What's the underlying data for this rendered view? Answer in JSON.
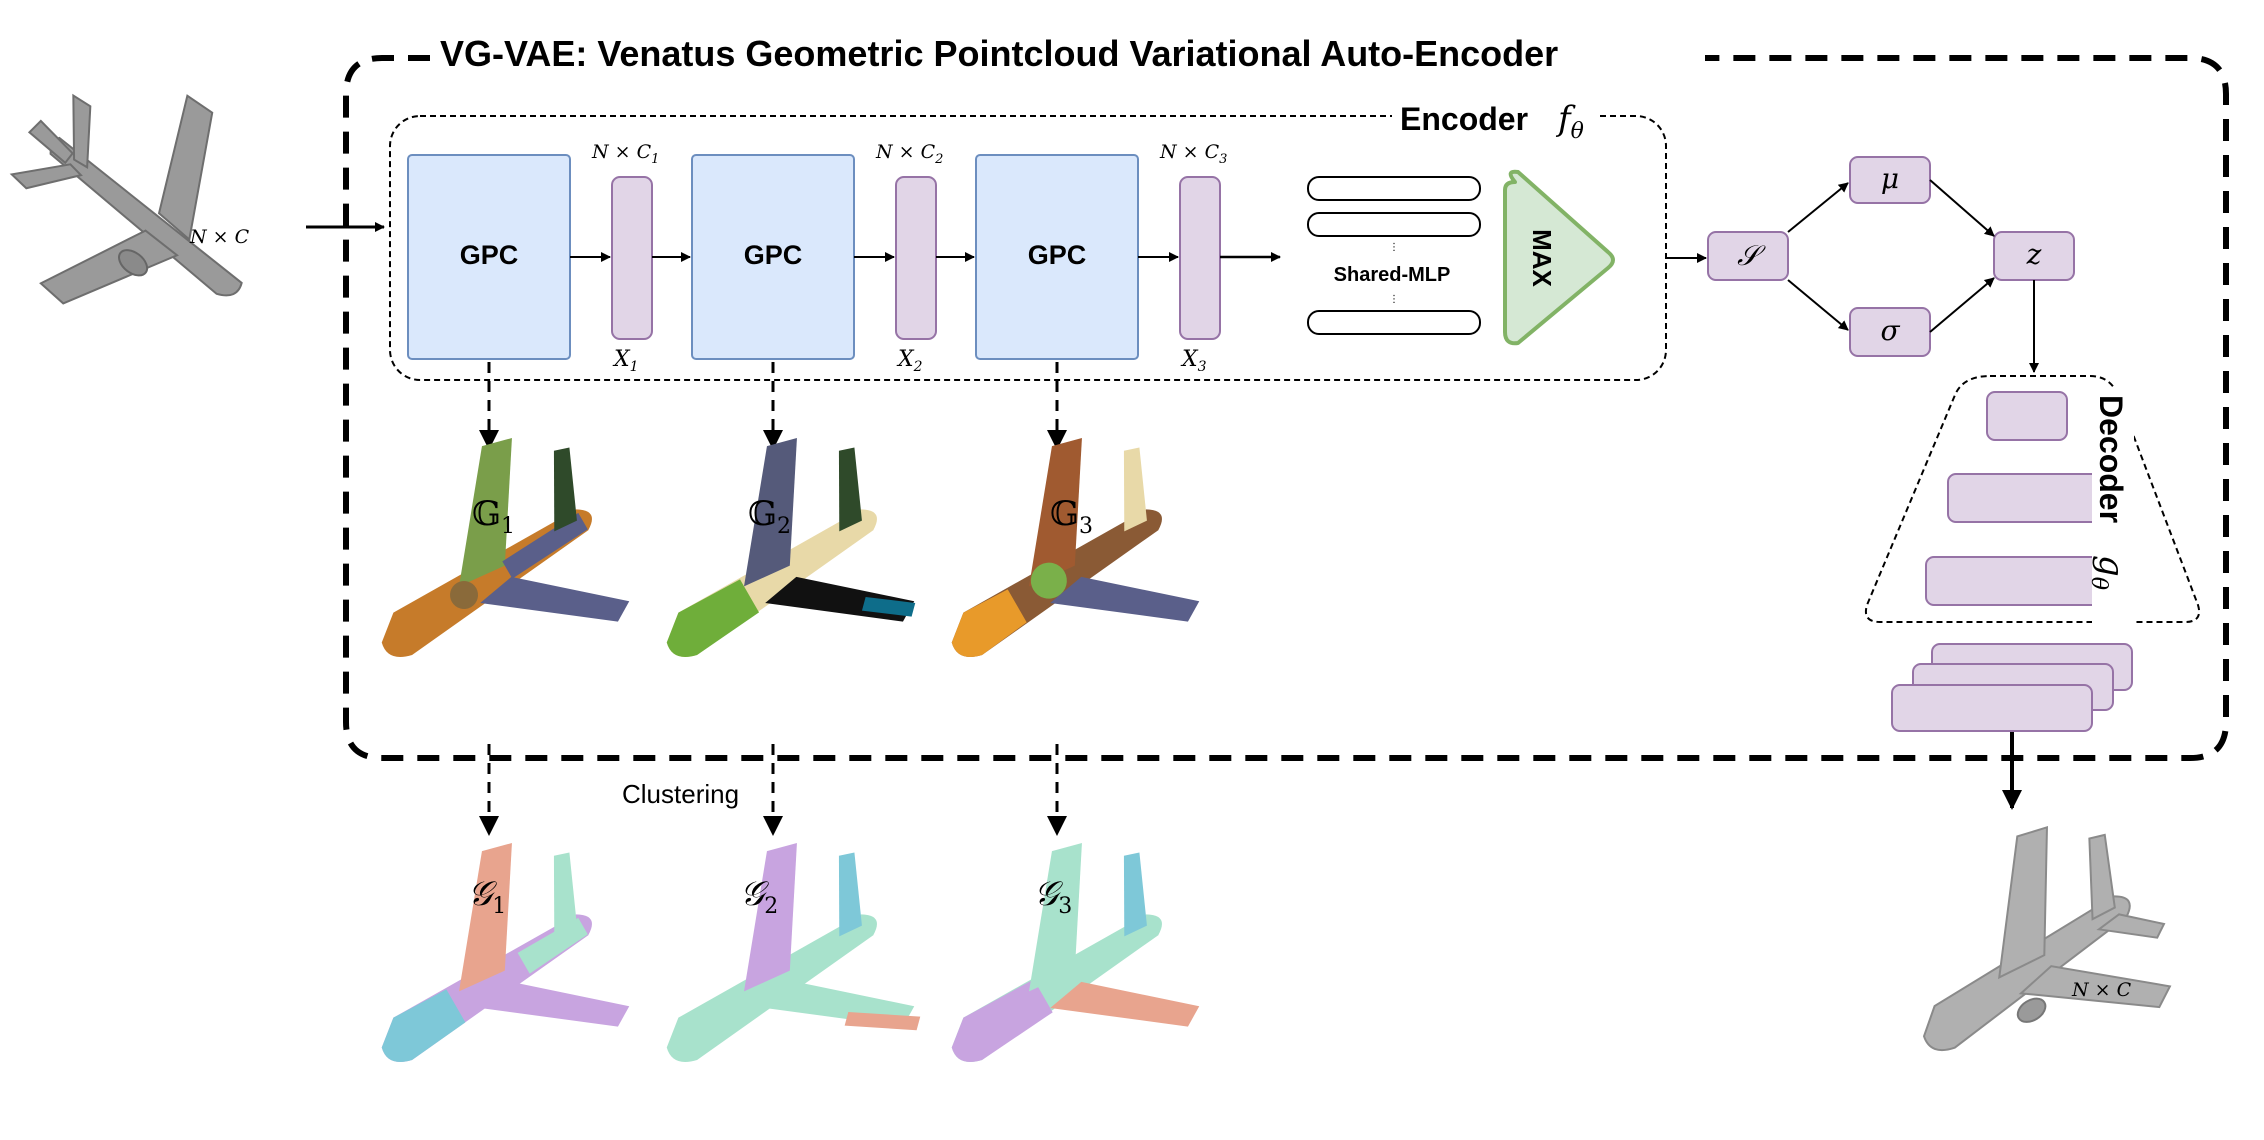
{
  "title": "VG-VAE: Venatus Geometric Pointcloud Variational Auto-Encoder",
  "input": {
    "dim_label": "N × C"
  },
  "output": {
    "dim_label": "N × C"
  },
  "encoder": {
    "title": "Encoder",
    "symbol": "f",
    "subscript": "θ",
    "stages": [
      {
        "block_label": "GPC",
        "dim_label": "N × C",
        "dim_sub": "1",
        "feature_label": "X",
        "feature_sub": "1"
      },
      {
        "block_label": "GPC",
        "dim_label": "N × C",
        "dim_sub": "2",
        "feature_label": "X",
        "feature_sub": "2"
      },
      {
        "block_label": "GPC",
        "dim_label": "N × C",
        "dim_sub": "3",
        "feature_label": "X",
        "feature_sub": "3"
      }
    ],
    "mlp_label": "Shared-MLP",
    "pool_label": "MAX"
  },
  "latent": {
    "s": "𝒮",
    "mu": "μ",
    "sigma": "σ",
    "z": "z"
  },
  "decoder": {
    "title": "Decoder",
    "symbol": "g",
    "subscript": "θ"
  },
  "graphs": [
    {
      "symbol": "𝔾",
      "sub": "1"
    },
    {
      "symbol": "𝔾",
      "sub": "2"
    },
    {
      "symbol": "𝔾",
      "sub": "3"
    }
  ],
  "clusters": [
    {
      "symbol": "𝒢",
      "sub": "1"
    },
    {
      "symbol": "𝒢",
      "sub": "2"
    },
    {
      "symbol": "𝒢",
      "sub": "3"
    }
  ],
  "clustering_label": "Clustering",
  "colors": {
    "gpc_fill": "#dae8fc",
    "gpc_stroke": "#6c8ebf",
    "purple_fill": "#e1d5e7",
    "purple_stroke": "#9673a6",
    "max_fill": "#d5e8d4",
    "max_stroke": "#82b366"
  }
}
